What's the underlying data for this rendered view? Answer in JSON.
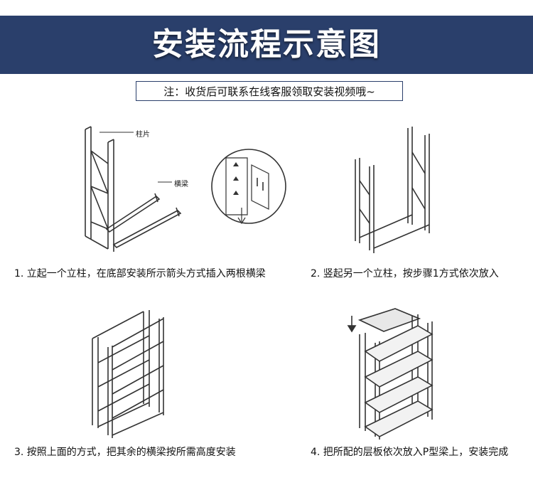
{
  "header": {
    "title": "安装流程示意图"
  },
  "note": {
    "text": "注：收货后可联系在线客服领取安装视频哦~"
  },
  "steps": [
    {
      "caption": "1. 立起一个立柱，在底部安装所示箭头方式插入两根横梁",
      "labels": {
        "column": "柱片",
        "beam": "横梁"
      }
    },
    {
      "caption": "2. 竖起另一个立柱，按步骤1方式依次放入"
    },
    {
      "caption": "3. 按照上面的方式，把其余的横梁按所需高度安装"
    },
    {
      "caption": "4. 把所配的层板依次放入P型梁上，安装完成"
    }
  ],
  "colors": {
    "banner": "#2a3f6b",
    "banner_text": "#ffffff",
    "note_border": "#2a3f6b"
  },
  "icons": [
    "down-arrow-icon"
  ]
}
